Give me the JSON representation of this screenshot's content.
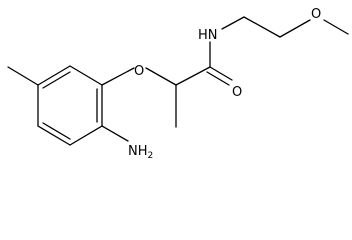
{
  "molecule": {
    "labels": {
      "ether_oxygen": "O",
      "carbonyl_oxygen": "O",
      "amide_nitrogen": "HN",
      "methoxy_oxygen": "O",
      "amine_main": "NH",
      "amine_subscript": "2"
    }
  }
}
